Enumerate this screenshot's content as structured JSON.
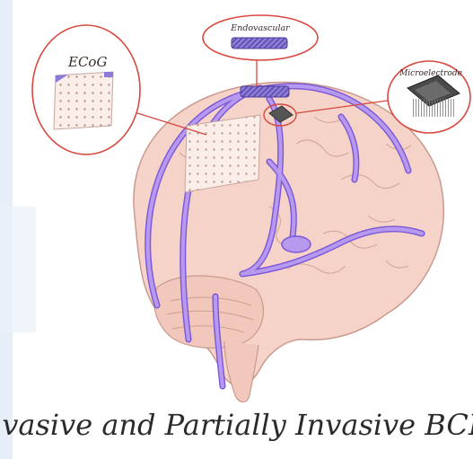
{
  "title": "Invasive and Partially Invasive BCIs",
  "callouts": {
    "ecog": "ECoG",
    "endovascular": "Endovascular",
    "microelectrode": "Microelectrode"
  },
  "colors": {
    "brain": "#f6d3c8",
    "brain_line": "#c99a8e",
    "vessel": "#b79af0",
    "vessel_line": "#7a56d8",
    "callout_circle": "#d9483e",
    "leader": "#d9483e",
    "background_tint": "#dfe9f6"
  }
}
